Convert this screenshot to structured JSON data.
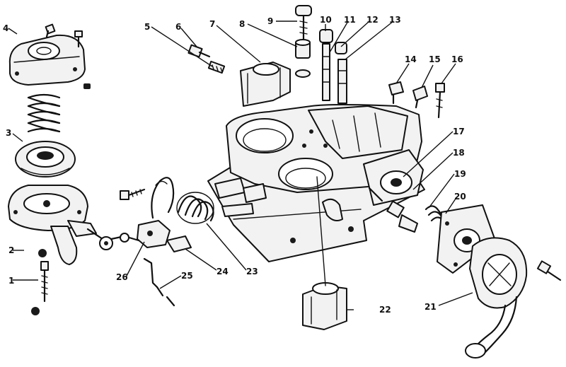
{
  "callouts": [
    {
      "id": "c1",
      "text": "1"
    },
    {
      "id": "c2",
      "text": "2"
    },
    {
      "id": "c3",
      "text": "3"
    },
    {
      "id": "c4",
      "text": "4"
    },
    {
      "id": "c5",
      "text": "5"
    },
    {
      "id": "c6",
      "text": "6"
    },
    {
      "id": "c7",
      "text": "7"
    },
    {
      "id": "c8",
      "text": "8"
    },
    {
      "id": "c9",
      "text": "9"
    },
    {
      "id": "c10",
      "text": "10"
    },
    {
      "id": "c11",
      "text": "11"
    },
    {
      "id": "c12",
      "text": "12"
    },
    {
      "id": "c13",
      "text": "13"
    },
    {
      "id": "c14",
      "text": "14"
    },
    {
      "id": "c15",
      "text": "15"
    },
    {
      "id": "c16",
      "text": "16"
    },
    {
      "id": "c17",
      "text": "17"
    },
    {
      "id": "c18",
      "text": "18"
    },
    {
      "id": "c19",
      "text": "19"
    },
    {
      "id": "c20",
      "text": "20"
    },
    {
      "id": "c21",
      "text": "21"
    },
    {
      "id": "c22",
      "text": "22"
    },
    {
      "id": "c23",
      "text": "23"
    },
    {
      "id": "c24",
      "text": "24"
    },
    {
      "id": "c25",
      "text": "25"
    },
    {
      "id": "c26",
      "text": "26"
    }
  ]
}
